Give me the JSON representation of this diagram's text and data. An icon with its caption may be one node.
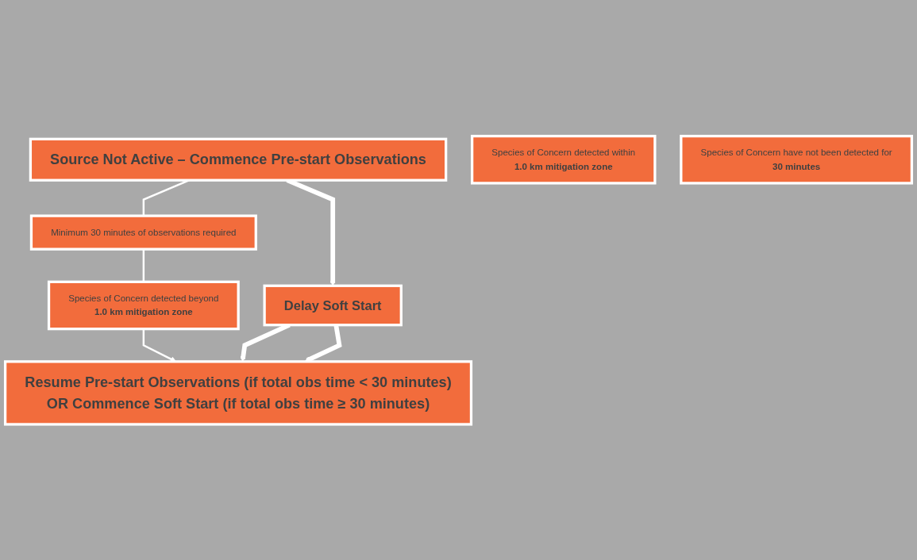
{
  "diagram": {
    "nodes": [
      {
        "text": [
          "Source Not Active – Commence Pre-start Observations"
        ]
      },
      {
        "text": [
          "Minimum 30 minutes of observations required"
        ]
      },
      {
        "text": [
          "Species of Concern detected within",
          "1.0 km mitigation zone"
        ]
      },
      {
        "text": [
          "Delay Soft Start"
        ]
      },
      {
        "text": [
          "Species of Concern detected beyond",
          "1.0 km mitigation zone"
        ]
      },
      {
        "text": [
          "Species of Concern have not been detected for",
          "30 minutes"
        ]
      },
      {
        "text": [
          "Resume Pre-start Observations (if total obs time < 30 minutes)",
          "OR Commence Soft Start (if total obs time ≥ 30 minutes)"
        ]
      }
    ],
    "edges": [
      {
        "from": 0,
        "to": 1,
        "arrow": "none"
      },
      {
        "from": 1,
        "to": 4,
        "arrow": "none"
      },
      {
        "from": 4,
        "to": 6,
        "arrow": "to"
      },
      {
        "from": 0,
        "to": 3,
        "arrow": "to",
        "style": "thick"
      },
      {
        "from": 3,
        "to": 6,
        "arrow": "to",
        "style": "thick"
      },
      {
        "from": 3,
        "to": 6,
        "arrow": "to",
        "style": "thick"
      }
    ]
  }
}
